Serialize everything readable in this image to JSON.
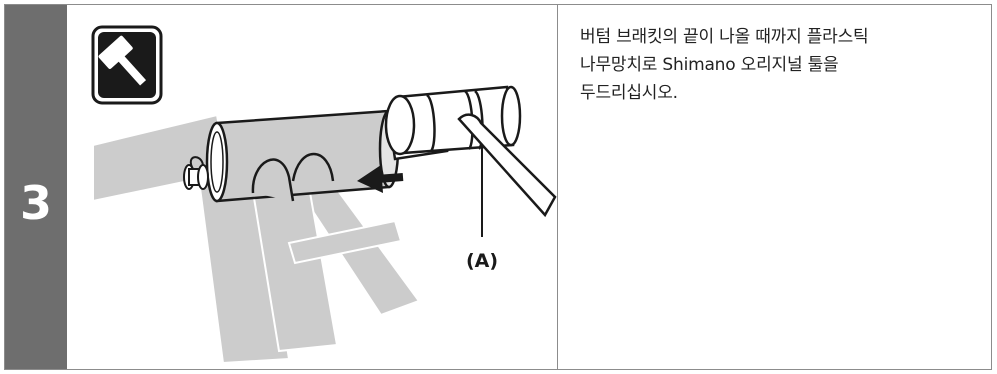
{
  "step": {
    "number": "3"
  },
  "illustration": {
    "tool_icon": "hammer-icon",
    "callout_label": "(A)"
  },
  "instruction": {
    "lines": [
      "버텀 브래킷의 끝이 나올 때까지 플라스틱",
      "나무망치로 Shimano 오리지널 툴을",
      "두드리십시오."
    ]
  },
  "colors": {
    "step_column": "#6e6e6e",
    "frame_tube": "#cccccc",
    "border": "#8c8c8c",
    "line_art": "#1a1a1a"
  }
}
